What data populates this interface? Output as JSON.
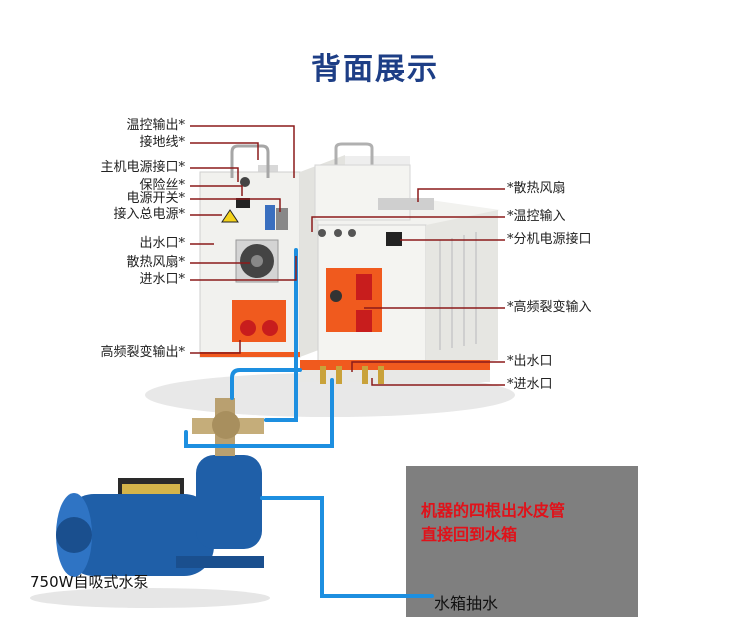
{
  "title": "背面展示",
  "left_labels": [
    "温控输出*",
    "接地线*",
    "主机电源接口*",
    "保险丝*",
    "电源开关*",
    "接入总电源*",
    "出水口*",
    "散热风扇*",
    "进水口*",
    "高频裂变输出*"
  ],
  "right_labels": [
    "*散热风扇",
    "*温控输入",
    "*分机电源接口",
    "*高频裂变输入",
    "*出水口",
    "*进水口"
  ],
  "note": {
    "line1": "机器的四根出水皮管",
    "line2": "直接回到水箱"
  },
  "tank_label": "水箱抽水",
  "pump_label": "750W自吸式水泵",
  "colors": {
    "title": "#1d3e86",
    "leader": "#8b1a1a",
    "pipe": "#1d8fe0",
    "note": "#e0121a",
    "tank": "#7b7b7b",
    "panel": "#f05a1e",
    "pump": "#1f5fa8"
  }
}
